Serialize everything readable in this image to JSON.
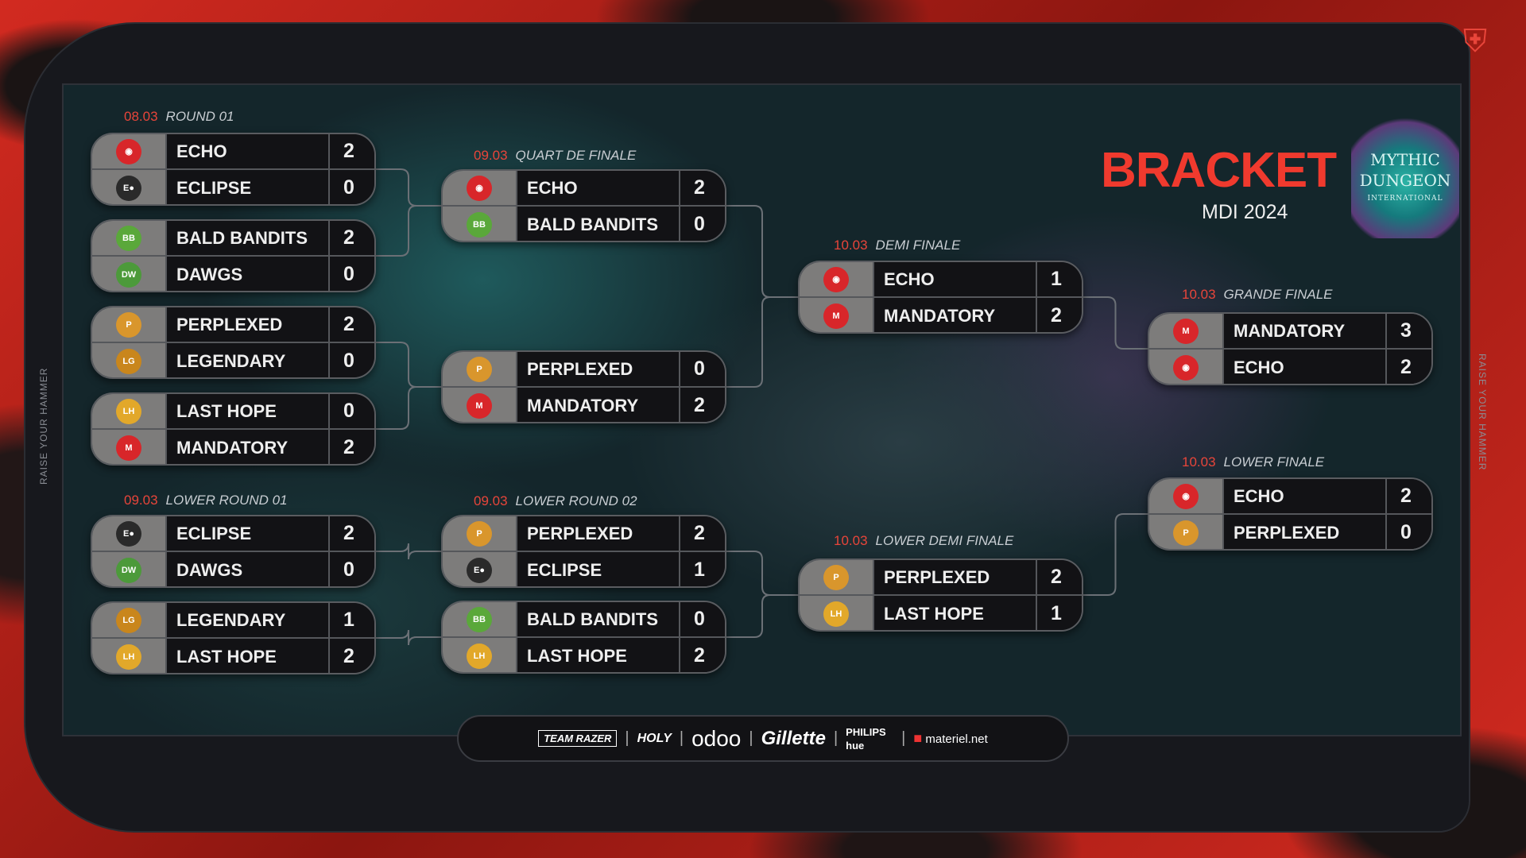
{
  "side_text": "RAISE YOUR HAMMER",
  "header": {
    "title": "BRACKET",
    "subtitle": "MDI 2024",
    "logo_text": [
      "MYTHIC",
      "DUNGEON",
      "INTERNATIONAL"
    ]
  },
  "stages": [
    {
      "id": "round01",
      "date": "08.03",
      "label": "ROUND 01"
    },
    {
      "id": "lower01",
      "date": "09.03",
      "label": "LOWER ROUND 01"
    },
    {
      "id": "quarter",
      "date": "09.03",
      "label": "QUART DE FINALE"
    },
    {
      "id": "lower02",
      "date": "09.03",
      "label": "LOWER ROUND 02"
    },
    {
      "id": "demi",
      "date": "10.03",
      "label": "DEMI FINALE"
    },
    {
      "id": "lowerdemi",
      "date": "10.03",
      "label": "LOWER DEMI FINALE"
    },
    {
      "id": "grande",
      "date": "10.03",
      "label": "GRANDE FINALE"
    },
    {
      "id": "lowerfinal",
      "date": "10.03",
      "label": "LOWER FINALE"
    }
  ],
  "matches": [
    {
      "stage": "round01",
      "teams": [
        {
          "name": "ECHO",
          "score": "2"
        },
        {
          "name": "ECLIPSE",
          "score": "0"
        }
      ]
    },
    {
      "stage": "round01",
      "teams": [
        {
          "name": "BALD BANDITS",
          "score": "2"
        },
        {
          "name": "DAWGS",
          "score": "0"
        }
      ]
    },
    {
      "stage": "round01",
      "teams": [
        {
          "name": "PERPLEXED",
          "score": "2"
        },
        {
          "name": "LEGENDARY",
          "score": "0"
        }
      ]
    },
    {
      "stage": "round01",
      "teams": [
        {
          "name": "LAST HOPE",
          "score": "0"
        },
        {
          "name": "MANDATORY",
          "score": "2"
        }
      ]
    },
    {
      "stage": "lower01",
      "teams": [
        {
          "name": "ECLIPSE",
          "score": "2"
        },
        {
          "name": "DAWGS",
          "score": "0"
        }
      ]
    },
    {
      "stage": "lower01",
      "teams": [
        {
          "name": "LEGENDARY",
          "score": "1"
        },
        {
          "name": "LAST HOPE",
          "score": "2"
        }
      ]
    },
    {
      "stage": "quarter",
      "teams": [
        {
          "name": "ECHO",
          "score": "2"
        },
        {
          "name": "BALD BANDITS",
          "score": "0"
        }
      ]
    },
    {
      "stage": "quarter",
      "teams": [
        {
          "name": "PERPLEXED",
          "score": "0"
        },
        {
          "name": "MANDATORY",
          "score": "2"
        }
      ]
    },
    {
      "stage": "lower02",
      "teams": [
        {
          "name": "PERPLEXED",
          "score": "2"
        },
        {
          "name": "ECLIPSE",
          "score": "1"
        }
      ]
    },
    {
      "stage": "lower02",
      "teams": [
        {
          "name": "BALD BANDITS",
          "score": "0"
        },
        {
          "name": "LAST HOPE",
          "score": "2"
        }
      ]
    },
    {
      "stage": "demi",
      "teams": [
        {
          "name": "ECHO",
          "score": "1"
        },
        {
          "name": "MANDATORY",
          "score": "2"
        }
      ]
    },
    {
      "stage": "lowerdemi",
      "teams": [
        {
          "name": "PERPLEXED",
          "score": "2"
        },
        {
          "name": "LAST HOPE",
          "score": "1"
        }
      ]
    },
    {
      "stage": "grande",
      "teams": [
        {
          "name": "MANDATORY",
          "score": "3"
        },
        {
          "name": "ECHO",
          "score": "2"
        }
      ]
    },
    {
      "stage": "lowerfinal",
      "teams": [
        {
          "name": "ECHO",
          "score": "2"
        },
        {
          "name": "PERPLEXED",
          "score": "0"
        }
      ]
    }
  ],
  "team_logos": {
    "ECHO": {
      "icon": "echo-dragon-icon",
      "color": "#d8262a",
      "mark": "◉"
    },
    "ECLIPSE": {
      "icon": "eclipse-logo-icon",
      "color": "#2a2a2a",
      "mark": "E●"
    },
    "BALD BANDITS": {
      "icon": "bald-bandits-logo-icon",
      "color": "#5aa83a",
      "mark": "BB"
    },
    "DAWGS": {
      "icon": "dawgs-logo-icon",
      "color": "#4c9a3a",
      "mark": "DW"
    },
    "PERPLEXED": {
      "icon": "perplexed-logo-icon",
      "color": "#d9962c",
      "mark": "P"
    },
    "LEGENDARY": {
      "icon": "legendary-logo-icon",
      "color": "#c9861c",
      "mark": "LG"
    },
    "LAST HOPE": {
      "icon": "last-hope-logo-icon",
      "color": "#e2a82a",
      "mark": "LH"
    },
    "MANDATORY": {
      "icon": "mandatory-logo-icon",
      "color": "#d8262a",
      "mark": "M"
    }
  },
  "sponsors": [
    "TEAM RAZER",
    "HOLY",
    "odoo",
    "Gillette",
    "PHILIPS hue",
    "materiel.net"
  ]
}
